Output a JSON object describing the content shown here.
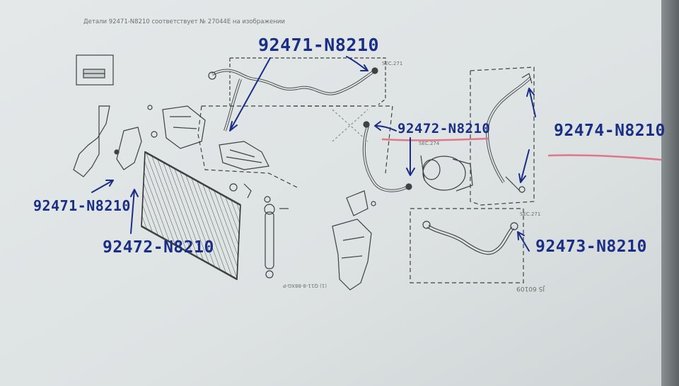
{
  "header_text": "Детали 92471-N8210 соответствует № 27044E на изображении",
  "labels": {
    "top_center": "92471-N8210",
    "left_upper": "92471-N8210",
    "left_lower": "92472-N8210",
    "center_right": "92472-N8210",
    "far_right": "92474-N8210",
    "bottom_right": "92473-N8210"
  },
  "sec_labels": {
    "sec_271_top": "SEC.271",
    "sec_274": "SEC.274",
    "sec_271_right": "SEC.271"
  },
  "ref_codes": {
    "bottom_right_code": "JS 60109"
  },
  "colors": {
    "ink": "#1a2e86",
    "marker": "#e0768a",
    "paper": "#dfe4e5"
  }
}
